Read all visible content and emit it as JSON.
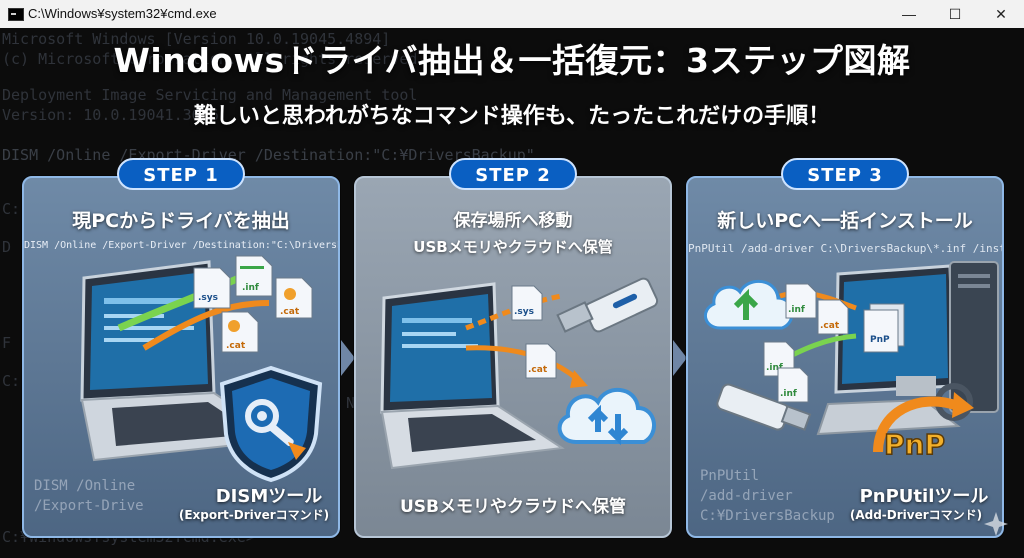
{
  "window": {
    "title": "C:\\Windows¥system32¥cmd.exe",
    "buttons": {
      "minimize": "—",
      "maximize": "☐",
      "close": "✕"
    }
  },
  "terminal_lines": [
    "Microsoft Windows [Version 10.0.19045.4894]",
    "(c) Microsoft Corporation. All rights reserved.",
    "Deployment Image Servicing and Management tool",
    "Version: 10.0.19041.3636",
    "DISM /Online /Export-Driver /Destination:\"C:¥DriversBackup\"",
    "C:",
    "D",
    "F",
    "C:",
    "N",
    "C:¥Windows¥system32¥cmd.exe>"
  ],
  "heading": "Windowsドライバ抽出＆一括復元：3ステップ図解",
  "subheading": "難しいと思われがちなコマンド操作も、たったこれだけの手順！",
  "steps": [
    {
      "badge": "STEP 1",
      "title": "現PCからドライバを抽出",
      "command": "DISM /Online /Export-Driver /Destination:\"C:\\DriversBackup\"",
      "faint_command": "DISM /Online\n/Export-Drive",
      "files": [
        ".sys",
        ".inf",
        ".cat",
        ".cat"
      ],
      "tool_name": "DISMツール",
      "tool_sub": "(Export-Driverコマンド)"
    },
    {
      "badge": "STEP 2",
      "title": "保存場所へ移動",
      "subtitle": "USBメモリやクラウドへ保管",
      "files": [
        ".sys",
        ".cat"
      ],
      "bottom": "USBメモリやクラウドへ保管"
    },
    {
      "badge": "STEP 3",
      "title": "新しいPCへ一括インストール",
      "command": "PnPUtil /add-driver C:\\DriversBackup\\*.inf /install",
      "faint_command": "PnPUtil\n/add-driver\nC:¥DriversBackup",
      "files": [
        ".inf",
        ".cat",
        ".inf",
        ".inf"
      ],
      "device_label": "PnP",
      "logo_text": "PnP",
      "tool_name": "PnPUtilツール",
      "tool_sub": "(Add-Driverコマンド)"
    }
  ],
  "colors": {
    "badge": "#0a5fc2",
    "panel_border": "#8fb8e6",
    "accent_orange": "#f08a1c",
    "accent_green": "#3aa648"
  }
}
